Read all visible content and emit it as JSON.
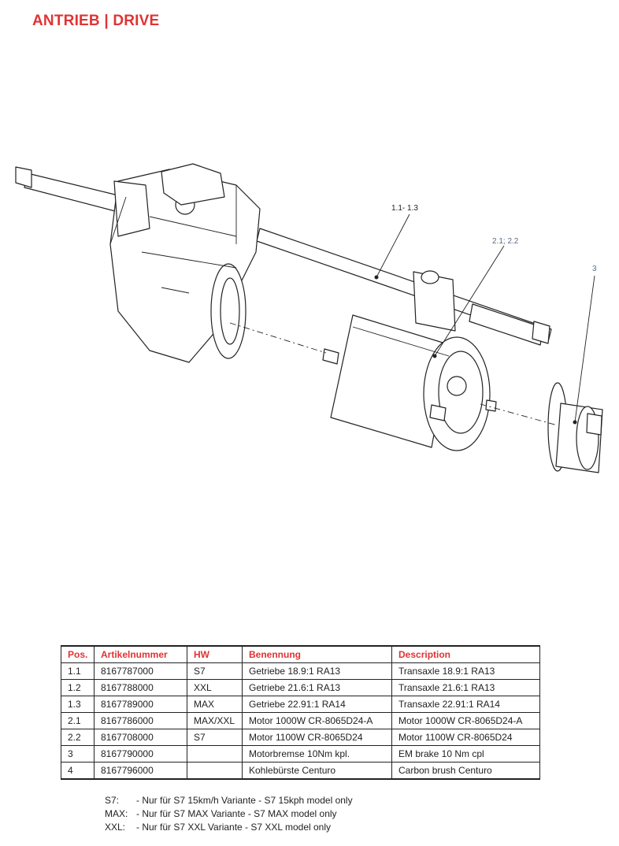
{
  "title": "ANTRIEB | DRIVE",
  "colors": {
    "accent": "#e03333",
    "line": "#222222",
    "callout": "#5a6a8a"
  },
  "drawing": {
    "callouts": [
      "1.1- 1.3",
      "2.1; 2.2",
      "3"
    ]
  },
  "table": {
    "headers": [
      "Pos.",
      "Artikelnummer",
      "HW",
      "Benennung",
      "Description"
    ],
    "rows": [
      [
        "1.1",
        "8167787000",
        "S7",
        "Getriebe 18.9:1 RA13",
        "Transaxle 18.9:1 RA13"
      ],
      [
        "1.2",
        "8167788000",
        "XXL",
        "Getriebe 21.6:1 RA13",
        "Transaxle 21.6:1 RA13"
      ],
      [
        "1.3",
        "8167789000",
        "MAX",
        "Getriebe 22.91:1 RA14",
        "Transaxle 22.91:1 RA14"
      ],
      [
        "2.1",
        "8167786000",
        "MAX/XXL",
        "Motor 1000W CR-8065D24-A",
        "Motor 1000W CR-8065D24-A"
      ],
      [
        "2.2",
        "8167708000",
        "S7",
        "Motor 1100W CR-8065D24",
        "Motor 1100W CR-8065D24"
      ],
      [
        "3",
        "8167790000",
        "",
        "Motorbremse 10Nm kpl.",
        "EM brake 10 Nm cpl"
      ],
      [
        "4",
        "8167796000",
        "",
        "Kohlebürste Centuro",
        "Carbon brush Centuro"
      ]
    ]
  },
  "notes": [
    {
      "key": "S7:",
      "text": "- Nur für S7 15km/h Variante - S7 15kph model only"
    },
    {
      "key": "MAX:",
      "text": "- Nur für S7 MAX Variante - S7 MAX model only"
    },
    {
      "key": "XXL:",
      "text": "- Nur für S7 XXL Variante - S7 XXL model only"
    }
  ]
}
